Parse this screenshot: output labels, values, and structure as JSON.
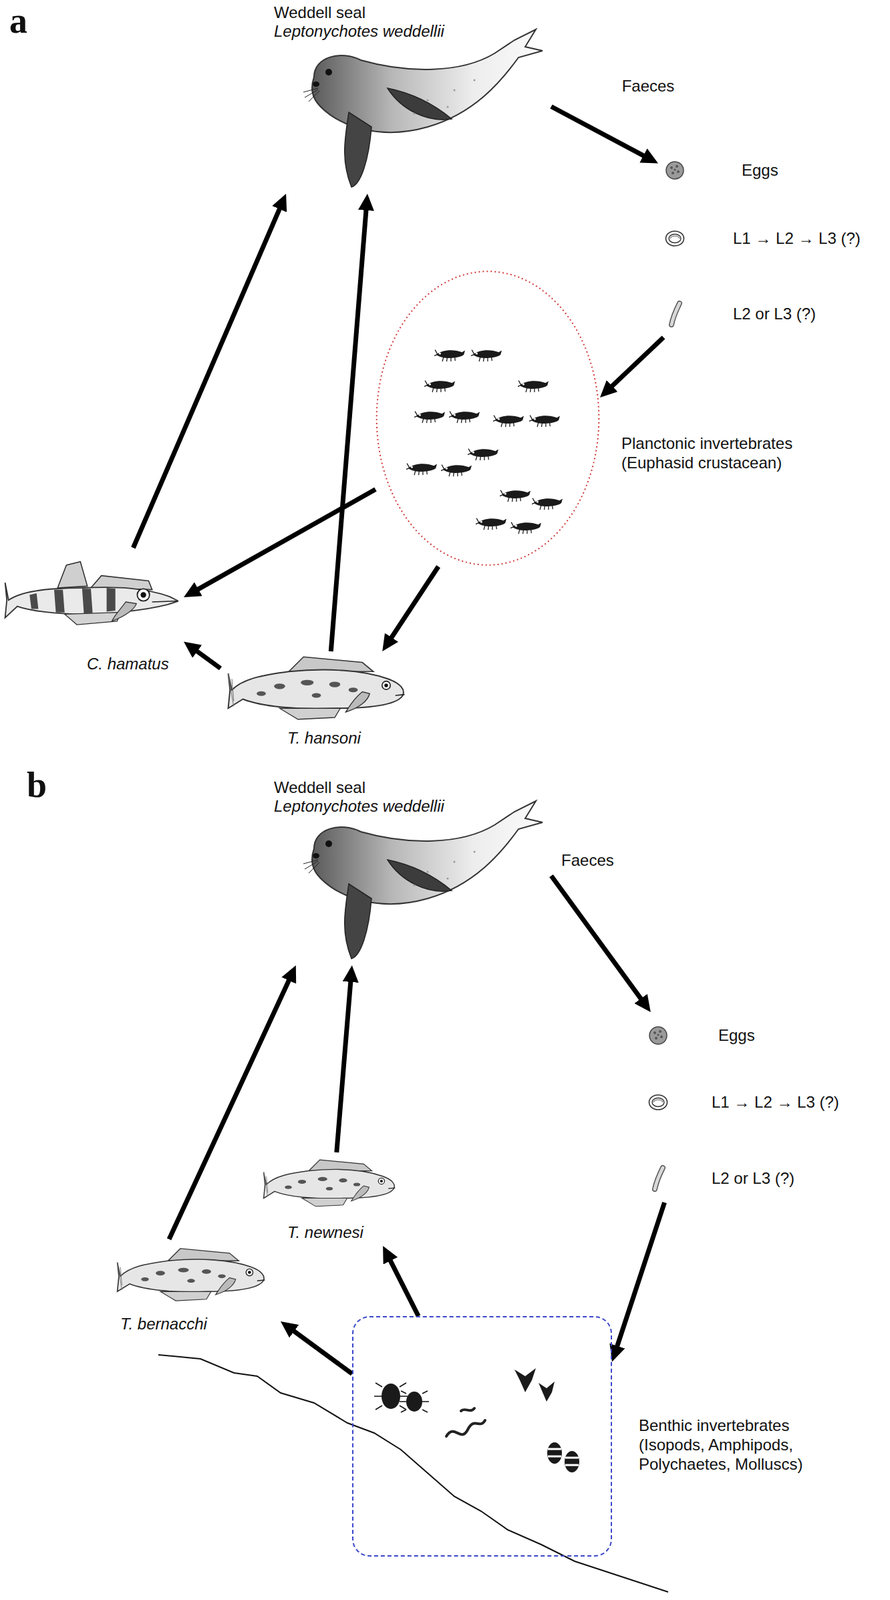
{
  "diagram": {
    "nodes": [
      {
        "text": [
          "Weddell seal",
          "Leptonychotes weddellii"
        ]
      },
      {
        "text": [
          "Eggs",
          "L1 → L2 → L3 (?)",
          "L2 or L3 (?)"
        ]
      },
      {
        "text": [
          "Planctonic invertebrates (Euphasid crustacean)"
        ]
      },
      {
        "text": [
          "C. hamatus"
        ]
      },
      {
        "text": [
          "T. hansoni"
        ]
      },
      {
        "text": [
          "Weddell seal",
          "Leptonychotes weddellii"
        ]
      },
      {
        "text": [
          "Eggs",
          "L1 → L2 → L3 (?)",
          "L2 or L3 (?)"
        ]
      },
      {
        "text": [
          "T. newnesi"
        ]
      },
      {
        "text": [
          "T. bernacchi"
        ]
      },
      {
        "text": [
          "Benthic invertebrates (Isopods, Amphipods, Polychaetes, Molluscs)"
        ]
      }
    ],
    "edges": [
      {
        "from": 0,
        "to": 1,
        "arrow": "to",
        "label": "Faeces"
      },
      {
        "from": 1,
        "to": 2,
        "arrow": "to"
      },
      {
        "from": 2,
        "to": 3,
        "arrow": "to"
      },
      {
        "from": 2,
        "to": 4,
        "arrow": "to"
      },
      {
        "from": 4,
        "to": 3,
        "arrow": "to"
      },
      {
        "from": 3,
        "to": 0,
        "arrow": "to"
      },
      {
        "from": 4,
        "to": 0,
        "arrow": "to"
      },
      {
        "from": 5,
        "to": 6,
        "arrow": "to",
        "label": "Faeces"
      },
      {
        "from": 6,
        "to": 9,
        "arrow": "to"
      },
      {
        "from": 9,
        "to": 8,
        "arrow": "to"
      },
      {
        "from": 9,
        "to": 7,
        "arrow": "to"
      },
      {
        "from": 8,
        "to": 5,
        "arrow": "to"
      },
      {
        "from": 7,
        "to": 5,
        "arrow": "to"
      }
    ],
    "labels": [
      "a",
      "b"
    ]
  }
}
